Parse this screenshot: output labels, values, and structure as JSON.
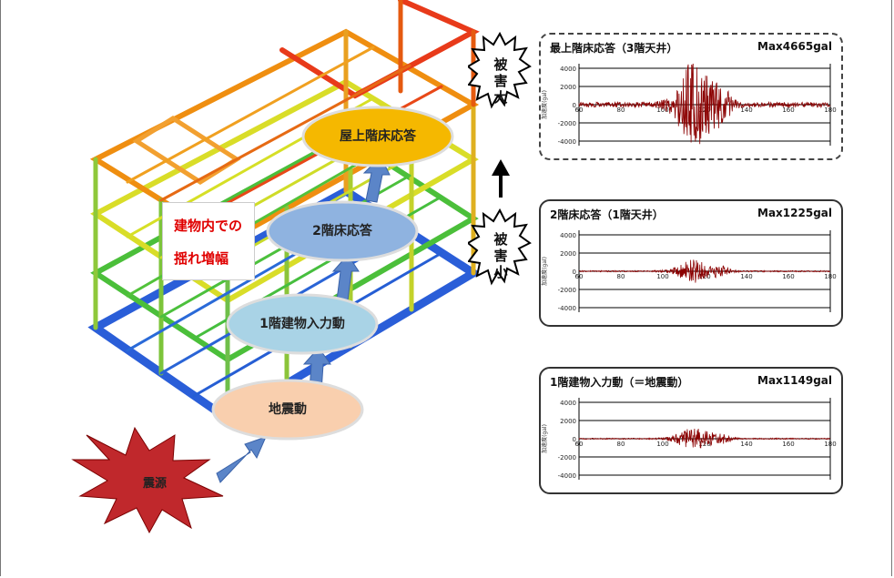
{
  "diagram": {
    "amplification_label": [
      "建物内での",
      "揺れ増幅"
    ],
    "stages": [
      {
        "label": "震源"
      },
      {
        "label": "地震動"
      },
      {
        "label": "1階建物入力動"
      },
      {
        "label": "2階床応答"
      },
      {
        "label": "屋上階床応答"
      }
    ],
    "damage": {
      "large": [
        "被",
        "害",
        "大"
      ],
      "small": [
        "被",
        "害",
        "小"
      ]
    },
    "colors": {
      "stage_orange": "#f5b800",
      "stage_blue": "#8fb3e0",
      "stage_lightblue": "#a9d3e6",
      "stage_peach": "#f9cfae",
      "arrow": "#5b85c8",
      "burst": "#c0282c",
      "wave": "#8b0000",
      "alert": "#e00000"
    }
  },
  "chart_data": [
    {
      "type": "line",
      "title": "最上階床応答（3階天井）",
      "max_label": "Max4665gal",
      "ylabel": "加速度(gal)",
      "yticks": [
        4000,
        2000,
        0,
        -2000,
        -4000
      ],
      "xticks": [
        60,
        80,
        100,
        120,
        140,
        160,
        180
      ],
      "xlim": [
        60,
        180
      ],
      "ylim": [
        -4500,
        4500
      ],
      "peak": 4665,
      "burst_center": 115
    },
    {
      "type": "line",
      "title": "2階床応答（1階天井）",
      "max_label": "Max1225gal",
      "ylabel": "加速度(gal)",
      "yticks": [
        4000,
        2000,
        0,
        -2000,
        -4000
      ],
      "xticks": [
        60,
        80,
        100,
        120,
        140,
        160,
        180
      ],
      "xlim": [
        60,
        180
      ],
      "ylim": [
        -4500,
        4500
      ],
      "peak": 1225,
      "burst_center": 115
    },
    {
      "type": "line",
      "title": "1階建物入力動（＝地震動）",
      "max_label": "Max1149gal",
      "ylabel": "加速度(gal)",
      "yticks": [
        4000,
        2000,
        0,
        -2000,
        -4000
      ],
      "xticks": [
        60,
        80,
        100,
        120,
        140,
        160,
        180
      ],
      "xlim": [
        60,
        180
      ],
      "ylim": [
        -4500,
        4500
      ],
      "peak": 1149,
      "burst_center": 115
    }
  ]
}
